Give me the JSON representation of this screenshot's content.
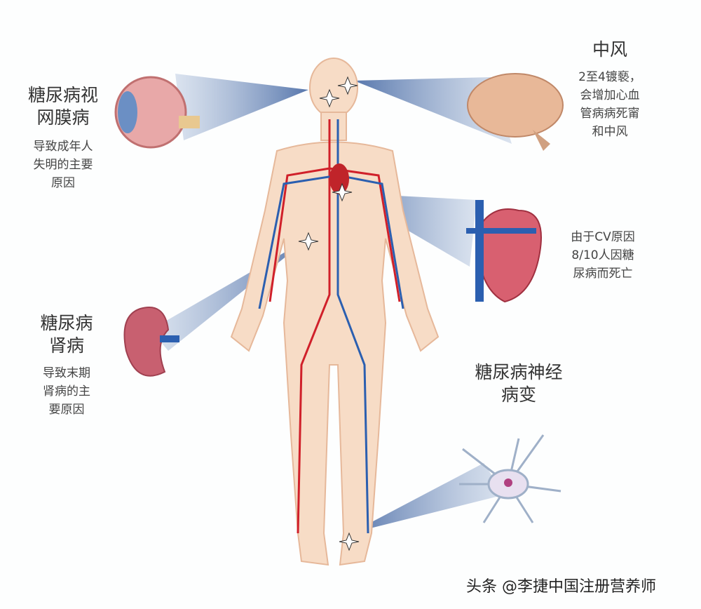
{
  "labels": {
    "retinopathy": {
      "title": [
        "糖尿病视",
        "网膜病"
      ],
      "desc": [
        "导致成年人",
        "失明的主要",
        "原因"
      ]
    },
    "stroke": {
      "title": [
        "中风"
      ],
      "desc": [
        "2至4镀褻，",
        "会增加心血",
        "管病病死甯",
        "和中风"
      ]
    },
    "heart": {
      "desc": [
        "由于CV原因",
        "8/10人因糖",
        "尿病而死亡"
      ]
    },
    "nephropathy": {
      "title": [
        "糖尿病",
        "肾病"
      ],
      "desc": [
        "导致末期",
        "肾病的主",
        "要原因"
      ]
    },
    "neuropathy": {
      "title": [
        "糖尿病神经",
        "病变"
      ]
    }
  },
  "watermark": "头条 @李捷中国注册营养师",
  "colors": {
    "beam": "#4a6fa8",
    "skin": "#f7dcc6",
    "artery": "#d0202a",
    "vein": "#2b5fb0"
  }
}
